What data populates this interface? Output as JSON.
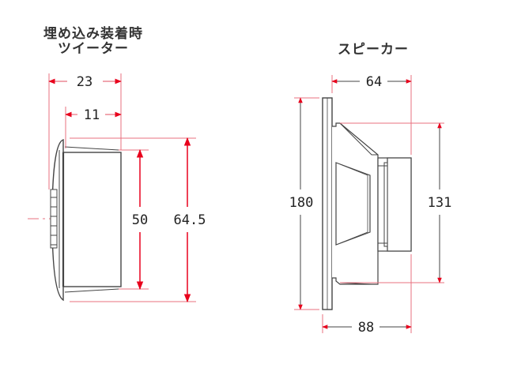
{
  "tweeter": {
    "title_line1": "埋め込み装着時",
    "title_line2": "ツイーター",
    "dims": {
      "depth": "23",
      "inner_depth": "11",
      "inner_height": "50",
      "outer_height": "64.5"
    }
  },
  "speaker": {
    "title": "スピーカー",
    "dims": {
      "top_depth": "64",
      "height": "180",
      "inner_height": "131",
      "bottom_depth": "88"
    }
  },
  "colors": {
    "dimension_arrow": "#e8001c",
    "outline": "#444444",
    "extension_line": "#e8707f"
  }
}
